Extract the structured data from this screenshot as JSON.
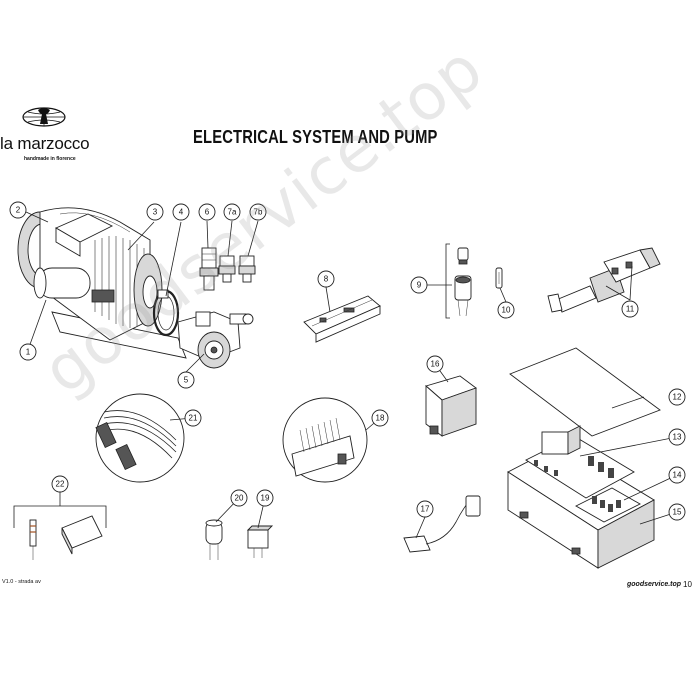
{
  "header": {
    "brand": "la marzocco",
    "tagline": "handmade in florence",
    "title": "ELECTRICAL SYSTEM AND PUMP"
  },
  "footer": {
    "version": "V1.0 - strada av",
    "site_stamp": "goodservice.top",
    "page_number": "10"
  },
  "watermark": "goodservice.top",
  "callouts": [
    {
      "id": "c1",
      "label": "1"
    },
    {
      "id": "c2",
      "label": "2"
    },
    {
      "id": "c3",
      "label": "3"
    },
    {
      "id": "c4",
      "label": "4"
    },
    {
      "id": "c5",
      "label": "5"
    },
    {
      "id": "c6",
      "label": "6"
    },
    {
      "id": "c7a",
      "label": "7a"
    },
    {
      "id": "c7b",
      "label": "7b"
    },
    {
      "id": "c8",
      "label": "8"
    },
    {
      "id": "c9",
      "label": "9"
    },
    {
      "id": "c10",
      "label": "10"
    },
    {
      "id": "c11",
      "label": "11"
    },
    {
      "id": "c12",
      "label": "12"
    },
    {
      "id": "c13",
      "label": "13"
    },
    {
      "id": "c14",
      "label": "14"
    },
    {
      "id": "c15",
      "label": "15"
    },
    {
      "id": "c16",
      "label": "16"
    },
    {
      "id": "c17",
      "label": "17"
    },
    {
      "id": "c18",
      "label": "18"
    },
    {
      "id": "c19",
      "label": "19"
    },
    {
      "id": "c20",
      "label": "20"
    },
    {
      "id": "c21",
      "label": "21"
    },
    {
      "id": "c22",
      "label": "22"
    }
  ]
}
